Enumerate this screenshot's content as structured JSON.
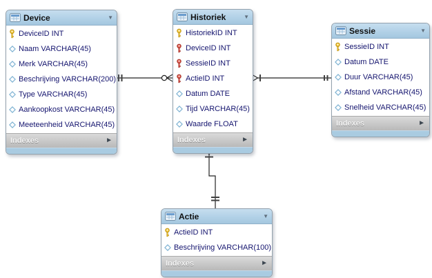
{
  "diagram": {
    "colors": {
      "table_header_blue": "#b2d1e7",
      "table_bottom_blue": "#a9cbe1",
      "indexes_bar_gray": "#c6c6c6",
      "column_text": "#14146e",
      "primary_key_icon": "#f2c83a",
      "foreign_key_icon": "#e0564a",
      "nullable_diamond_icon": "#7fb3d3",
      "connector_line": "#222222",
      "canvas_background": "#ffffff"
    },
    "tables": [
      {
        "name": "Device",
        "indexes_label": "Indexes",
        "columns": [
          {
            "icon": "primary-key",
            "text": "DeviceID INT"
          },
          {
            "icon": "column",
            "text": "Naam VARCHAR(45)"
          },
          {
            "icon": "column",
            "text": "Merk VARCHAR(45)"
          },
          {
            "icon": "column",
            "text": "Beschrijving VARCHAR(200)"
          },
          {
            "icon": "column",
            "text": "Type VARCHAR(45)"
          },
          {
            "icon": "column",
            "text": "Aankoopkost VARCHAR(45)"
          },
          {
            "icon": "column",
            "text": "Meeteenheid VARCHAR(45)"
          }
        ]
      },
      {
        "name": "Historiek",
        "indexes_label": "Indexes",
        "columns": [
          {
            "icon": "primary-key",
            "text": "HistoriekID INT"
          },
          {
            "icon": "foreign-key",
            "text": "DeviceID INT"
          },
          {
            "icon": "foreign-key",
            "text": "SessieID INT"
          },
          {
            "icon": "foreign-key",
            "text": "ActieID INT"
          },
          {
            "icon": "column",
            "text": "Datum DATE"
          },
          {
            "icon": "column",
            "text": "Tijd VARCHAR(45)"
          },
          {
            "icon": "column",
            "text": "Waarde FLOAT"
          }
        ]
      },
      {
        "name": "Sessie",
        "indexes_label": "Indexes",
        "columns": [
          {
            "icon": "primary-key",
            "text": "SessieID INT"
          },
          {
            "icon": "column",
            "text": "Datum DATE"
          },
          {
            "icon": "column",
            "text": "Duur VARCHAR(45)"
          },
          {
            "icon": "column",
            "text": "Afstand VARCHAR(45)"
          },
          {
            "icon": "column",
            "text": "Snelheid VARCHAR(45)"
          }
        ]
      },
      {
        "name": "Actie",
        "indexes_label": "Indexes",
        "columns": [
          {
            "icon": "primary-key",
            "text": "ActieID INT"
          },
          {
            "icon": "column",
            "text": "Beschrijving VARCHAR(100)"
          }
        ]
      }
    ],
    "relationships": [
      {
        "from": "Device",
        "to": "Historiek",
        "from_notation": "one-exactly",
        "to_notation": "zero-or-many"
      },
      {
        "from": "Sessie",
        "to": "Historiek",
        "from_notation": "one-exactly",
        "to_notation": "one-or-many"
      },
      {
        "from": "Actie",
        "to": "Historiek",
        "from_notation": "one-exactly",
        "to_notation": "one-or-many"
      }
    ]
  }
}
